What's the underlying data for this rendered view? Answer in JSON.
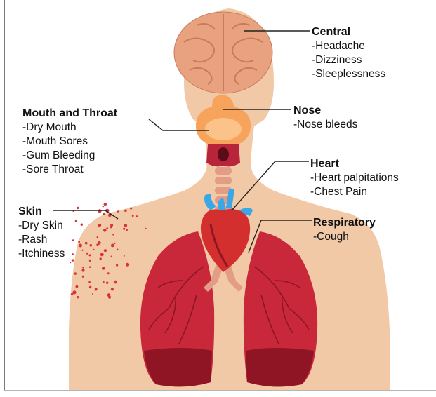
{
  "colors": {
    "body": "#f2c9a6",
    "brain": "#e9a27f",
    "brain_lines": "#c97a58",
    "gland": "#f7a35c",
    "gland_core": "#fbc28a",
    "trachea": "#e39c85",
    "throat": "#b8243a",
    "lung": "#c8283a",
    "lung_dark": "#8f1525",
    "heart": "#d42f2f",
    "vessel_blue": "#3aa7e6",
    "rash": "#d7333b",
    "leader": "#222222"
  },
  "groups": {
    "central": {
      "title": "Central",
      "items": [
        "-Headache",
        "-Dizziness",
        "-Sleeplessness"
      ]
    },
    "nose": {
      "title": "Nose",
      "items": [
        "-Nose bleeds"
      ]
    },
    "mouth": {
      "title": "Mouth and Throat",
      "items": [
        "-Dry Mouth",
        "-Mouth Sores",
        "-Gum Bleeding",
        "-Sore Throat"
      ]
    },
    "heart": {
      "title": "Heart",
      "items": [
        "-Heart palpitations",
        "-Chest Pain"
      ]
    },
    "skin": {
      "title": "Skin",
      "items": [
        "-Dry Skin",
        "-Rash",
        "-Itchiness"
      ]
    },
    "respiratory": {
      "title": "Respiratory",
      "items": [
        "-Cough"
      ]
    }
  }
}
